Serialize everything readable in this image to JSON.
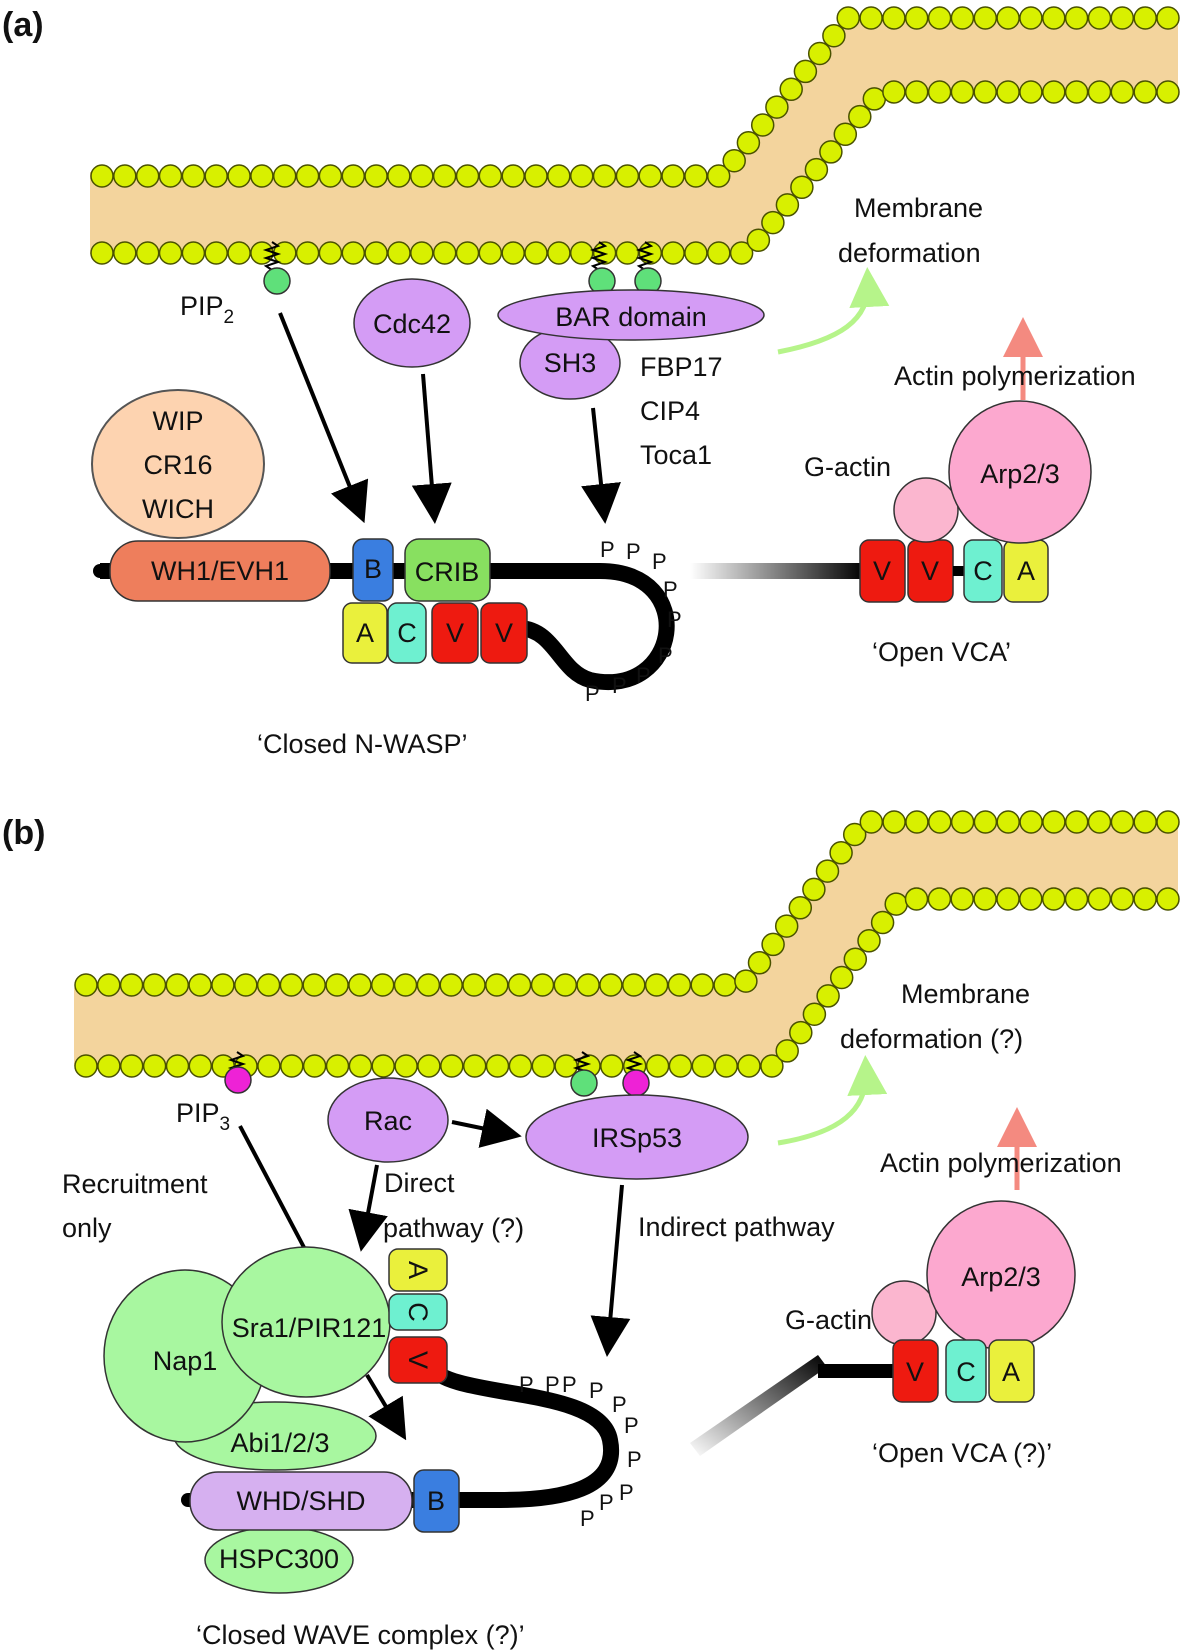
{
  "panel_a": {
    "label": "(a)",
    "pip_label": "PIP",
    "pip_sub": "2",
    "cdc42": "Cdc42",
    "bar_domain": "BAR domain",
    "sh3": "SH3",
    "bar_proteins": [
      "FBP17",
      "CIP4",
      "Toca1"
    ],
    "wip": [
      "WIP",
      "CR16",
      "WICH"
    ],
    "wh1": "WH1/EVH1",
    "b": "B",
    "crib": "CRIB",
    "acvv": [
      "A",
      "C",
      "V",
      "V"
    ],
    "membrane_deformation": [
      "Membrane",
      "deformation"
    ],
    "actin_polymerization": "Actin polymerization",
    "g_actin": "G-actin",
    "arp23": "Arp2/3",
    "open_vca_seg": [
      "V",
      "V",
      "C",
      "A"
    ],
    "open_vca": "‘Open VCA’",
    "closed": "‘Closed N-WASP’",
    "p": "P"
  },
  "panel_b": {
    "label": "(b)",
    "pip_label": "PIP",
    "pip_sub": "3",
    "rac": "Rac",
    "irsp53": "IRSp53",
    "recruitment": [
      "Recruitment",
      "only"
    ],
    "direct": [
      "Direct",
      "pathway (?)"
    ],
    "indirect": "Indirect pathway",
    "nap1": "Nap1",
    "sra1": "Sra1/PIR121",
    "abi": "Abi1/2/3",
    "whd": "WHD/SHD",
    "hspc": "HSPC300",
    "b": "B",
    "acv": [
      "A",
      "C",
      "V"
    ],
    "membrane_deformation": [
      "Membrane",
      "deformation (?)"
    ],
    "actin_polymerization": "Actin polymerization",
    "g_actin": "G-actin",
    "arp23": "Arp2/3",
    "open_vca_seg": [
      "V",
      "C",
      "A"
    ],
    "open_vca": "‘Open VCA (?)’",
    "closed": "‘Closed WAVE complex (?)’",
    "p": "P"
  },
  "colors": {
    "bilayer": "#f3d49d",
    "head": "#d8f000",
    "head_stroke": "#4a5200",
    "pip2": "#5fe07a",
    "pip3": "#ee22d6",
    "purple": "#d49cf5",
    "peach": "#fdd3b0",
    "wh1": "#ee7e5c",
    "blue": "#3a7ee0",
    "green": "#88e060",
    "yellow": "#eaf03c",
    "cyan": "#6ef0d0",
    "red": "#ee1a10",
    "pink": "#fca8cf",
    "pinklight": "#fbb6cf",
    "lightgreen": "#a8f7a0",
    "lavender": "#d6b0f0",
    "arrow_green": "#b6f48a",
    "arrow_red": "#f48a80"
  }
}
